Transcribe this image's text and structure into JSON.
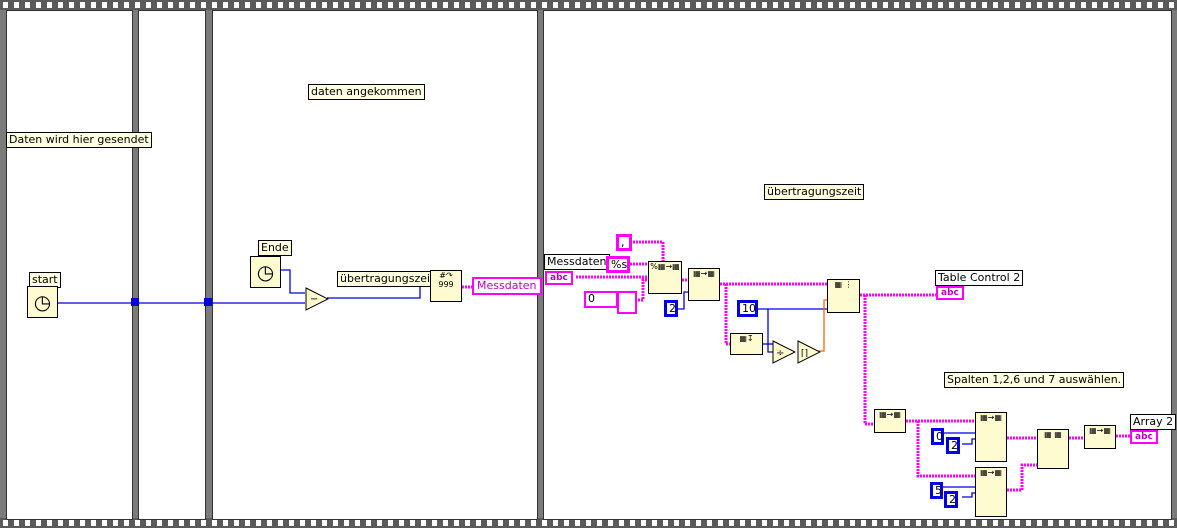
{
  "frames": [
    {
      "comment": "Daten wird hier gesendet",
      "timer": "start"
    },
    {},
    {
      "comment": "daten angekommen",
      "timer": "Ende",
      "local_var": "übertragungszeit",
      "indicator": "Messdaten"
    },
    {
      "comment": "übertragungszeit",
      "control": "Messdaten",
      "delimiter": ",",
      "format": "%s",
      "numeric": "0",
      "const_2": "2",
      "const_10": "10",
      "table_label": "Table Control 2",
      "comment2": "Spalten 1,2,6 und 7 auswählen.",
      "const_0": "0",
      "const_2b": "2",
      "const_5": "5",
      "const_2c": "2",
      "array_label": "Array 2",
      "abc": "abc"
    }
  ],
  "colors": {
    "string_wire": "#ff00ff",
    "numeric_wire": "#0000e0",
    "bool_wire": "#ff6600",
    "node_bg": "#fffbd0"
  }
}
